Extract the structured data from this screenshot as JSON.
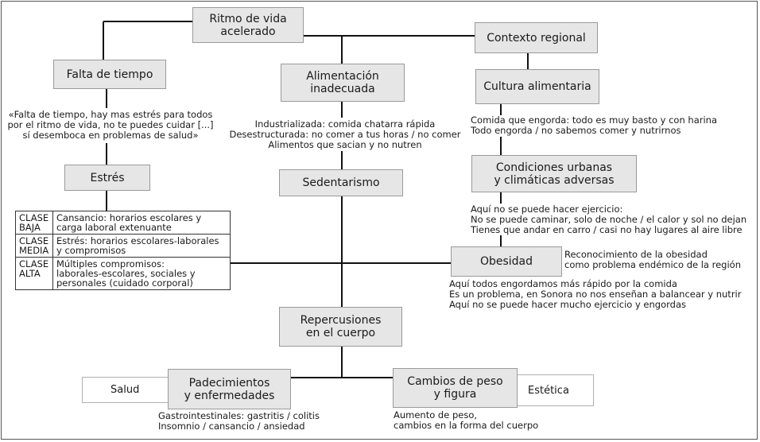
{
  "nodes": {
    "ritmo": "Ritmo de vida\nacelerado",
    "contexto": "Contexto regional",
    "falta": "Falta de tiempo",
    "alimentacion": "Alimentación\ninadecuada",
    "cultura": "Cultura alimentaria",
    "estres": "Estrés",
    "sedentarismo": "Sedentarismo",
    "condiciones": "Condiciones urbanas\ny climáticas adversas",
    "obesidad": "Obesidad",
    "repercusiones": "Repercusiones\nen el cuerpo",
    "padecimientos": "Padecimientos\ny enfermedades",
    "cambios": "Cambios de peso\ny figura",
    "salud": "Salud",
    "estetica": "Estética"
  },
  "texts": {
    "quote": "«Falta de tiempo, hay mas estrés para todos\npor el ritmo de vida, no te puedes cuidar [...]\nsí desemboca en problemas de salud»",
    "alimentacion_desc": "Industrializada: comida chatarra rápida\nDesestructurada: no comer a tus horas / no comer\nAlimentos que sacian y no nutren",
    "cultura_desc": "Comida que engorda: todo es muy basto y con harina\nTodo engorda / no sabemos comer y nutrirnos",
    "condiciones_desc": "Aquí no se puede hacer ejercicio:\nNo se puede caminar, solo de noche / el calor y sol no dejan\nTienes que andar en carro / casi no hay lugares al aire libre",
    "obesidad_side": "Reconocimiento de la obesidad\ncomo problema endémico de la región",
    "obesidad_desc": "Aquí todos engordamos más rápido por la comida\nEs un problema, en Sonora no nos enseñan a balancear y nutrir\nAquí no se puede hacer mucho ejercicio y engordas",
    "padecimientos_desc": "Gastrointestinales: gastritis / colitis\nInsomnio / cansancio / ansiedad",
    "cambios_desc": "Aumento de peso,\ncambios en la forma del cuerpo"
  },
  "clases": [
    {
      "clase": "CLASE\nBAJA",
      "desc": "Cansancio: horarios escolares y\ncarga laboral extenuante"
    },
    {
      "clase": "CLASE\nMEDIA",
      "desc": "Estrés: horarios escolares-laborales\ny compromisos"
    },
    {
      "clase": "CLASE\nALTA",
      "desc": "Múltiples compromisos:\nlaborales-escolares, sociales y\npersonales (cuidado corporal)"
    }
  ],
  "colors": {
    "box_fill": "#e6e6e6",
    "line": "#111111"
  }
}
